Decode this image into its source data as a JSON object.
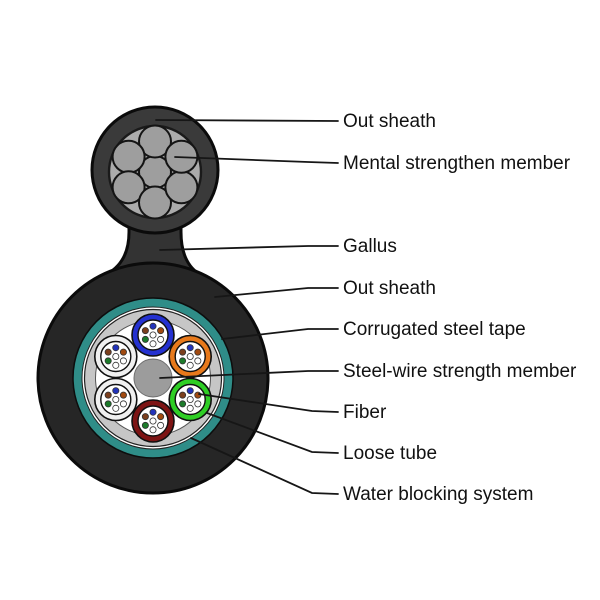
{
  "labels": [
    {
      "id": "out-sheath-top",
      "text": "Out sheath"
    },
    {
      "id": "mental-strengthen-member",
      "text": "Mental strengthen member"
    },
    {
      "id": "gallus",
      "text": "Gallus"
    },
    {
      "id": "out-sheath-main",
      "text": "Out sheath"
    },
    {
      "id": "corrugated-steel-tape",
      "text": "Corrugated steel tape"
    },
    {
      "id": "steel-wire-strength-member",
      "text": "Steel-wire strength member"
    },
    {
      "id": "fiber",
      "text": "Fiber"
    },
    {
      "id": "loose-tube",
      "text": "Loose tube"
    },
    {
      "id": "water-blocking-system",
      "text": "Water blocking system"
    }
  ],
  "icons": [
    {
      "name": "messenger-cross-section-icon",
      "meaning": "stranded steel messenger wire cross-section"
    },
    {
      "name": "cable-cross-section-icon",
      "meaning": "fiber cable cross-section with six loose tubes"
    }
  ],
  "colors": {
    "sheath_top": "#3a3a3a",
    "sheath_neck": "#333333",
    "sheath_main": "#262626",
    "outline": "#0b0b0b",
    "strand_bg": "#ababab",
    "strand_wire": "#9e9e9e",
    "teal_tape": "#2f8d88",
    "gray_ring": "#c6c6c6",
    "core_white": "#ffffff",
    "steel_center": "#9c9c9c",
    "tube_blue": "#2431d0",
    "tube_orange": "#e7791b",
    "tube_green": "#2fce25",
    "tube_darkred": "#7d1414",
    "tube_white": "#f0f0f0",
    "fiber_blue": "#2233bb",
    "fiber_brown": "#7b3f1d",
    "fiber_orange": "#a14a10",
    "fiber_green": "#1c7a2a",
    "fiber_white": "#ffffff",
    "label_color": "#111111",
    "line_color": "#161616"
  }
}
